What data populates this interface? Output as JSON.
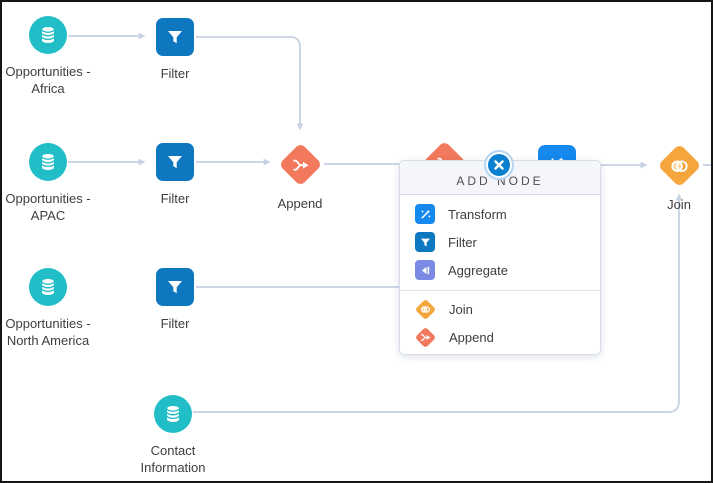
{
  "app": {
    "name": "data-prep-canvas"
  },
  "colors": {
    "dataset_teal": "#21bec8",
    "filter_blue": "#0d78c0",
    "transform_blue": "#1589ee",
    "aggregate_purple": "#7a8ae5",
    "append_coral": "#f2795c",
    "join_amber": "#f4a63d",
    "connector_gray": "#c7d1e4",
    "close_button_blue": "#0b80d0"
  },
  "nodes": {
    "africa": {
      "label": "Opportunities -\nAfrica"
    },
    "filter1": {
      "label": "Filter"
    },
    "apac": {
      "label": "Opportunities -\nAPAC"
    },
    "filter2": {
      "label": "Filter"
    },
    "append1": {
      "label": "Append"
    },
    "na": {
      "label": "Opportunities -\nNorth America"
    },
    "filter3": {
      "label": "Filter"
    },
    "contact": {
      "label": "Contact\nInformation"
    },
    "join": {
      "label": "Join"
    }
  },
  "popup": {
    "title": "ADD NODE",
    "items": [
      {
        "label": "Transform"
      },
      {
        "label": "Filter"
      },
      {
        "label": "Aggregate"
      },
      {
        "label": "Join"
      },
      {
        "label": "Append"
      }
    ]
  }
}
